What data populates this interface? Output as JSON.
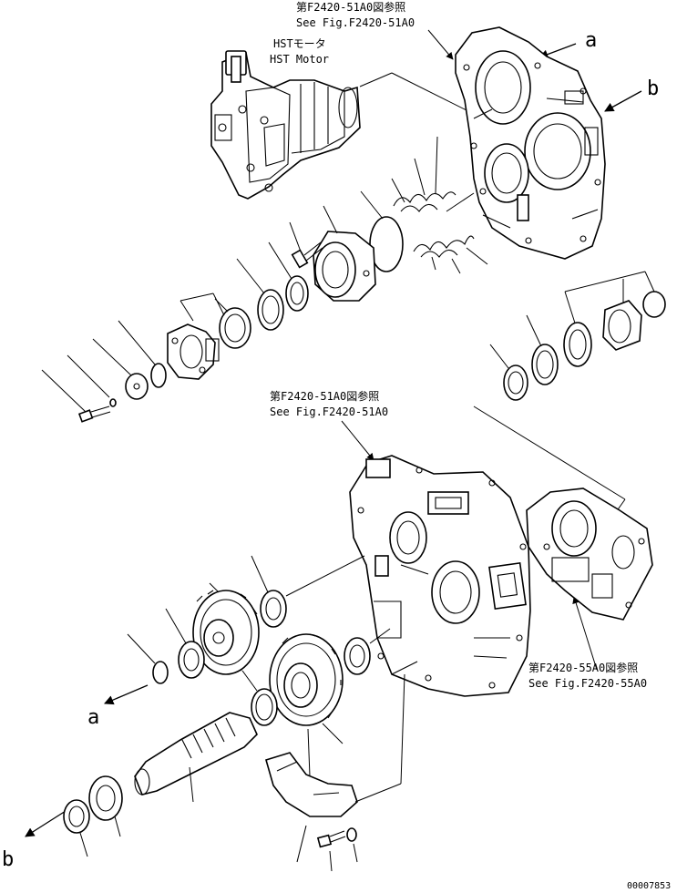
{
  "refs": {
    "top_jp": "第F2420-51A0図参照",
    "top_en": "See Fig.F2420-51A0",
    "mid_jp": "第F2420-51A0図参照",
    "mid_en": "See Fig.F2420-51A0",
    "right_jp": "第F2420-55A0図参照",
    "right_en": "See Fig.F2420-55A0"
  },
  "motor": {
    "jp": "HSTモータ",
    "en": "HST Motor"
  },
  "markers": {
    "a_top": "a",
    "b_top": "b",
    "a_left": "a",
    "b_left": "b"
  },
  "footer": {
    "code": "00007853"
  }
}
